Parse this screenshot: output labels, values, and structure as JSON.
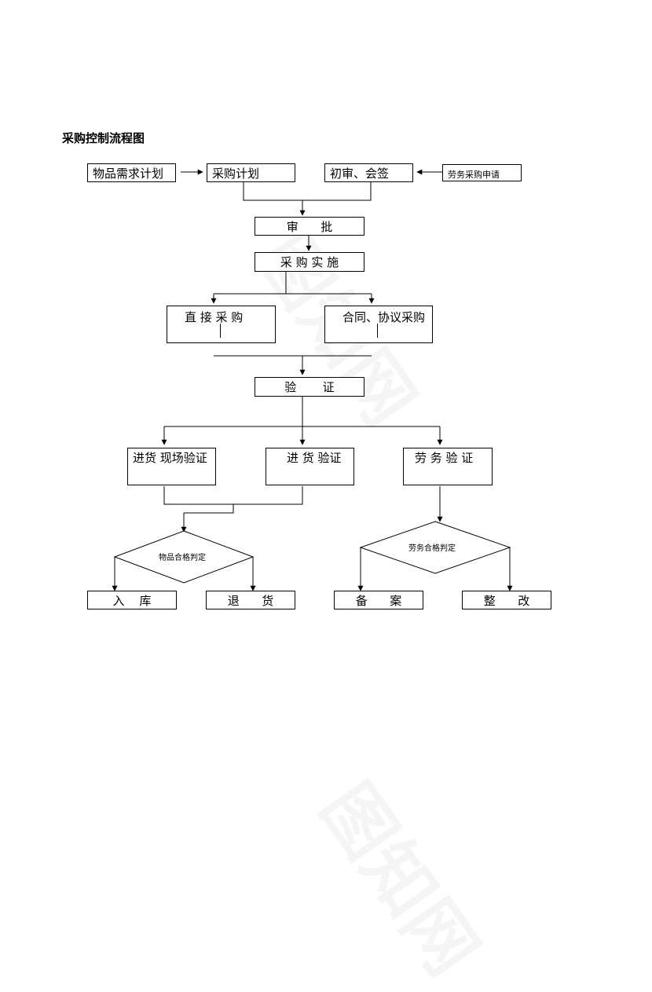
{
  "title": "采购控制流程图",
  "nodes": {
    "demand_plan": "物品需求计划",
    "purchase_plan": "采购计划",
    "review": "初审、会签",
    "labor_request": "劳务采购申请",
    "approval": "审      批",
    "implement": "采 购 实 施",
    "direct": "直 接 采 购",
    "contract": "合同、协议采购",
    "verify": "验       证",
    "onsite_verify": "进货 现场验证",
    "goods_verify": "进 货 验证",
    "labor_verify": "劳 务 验 证",
    "goods_judge": "物品合格判定",
    "labor_judge": "劳务合格判定",
    "stock_in": "入    库",
    "return": "退      货",
    "record": "备      案",
    "rectify": "整      改"
  },
  "watermark": "图知网"
}
